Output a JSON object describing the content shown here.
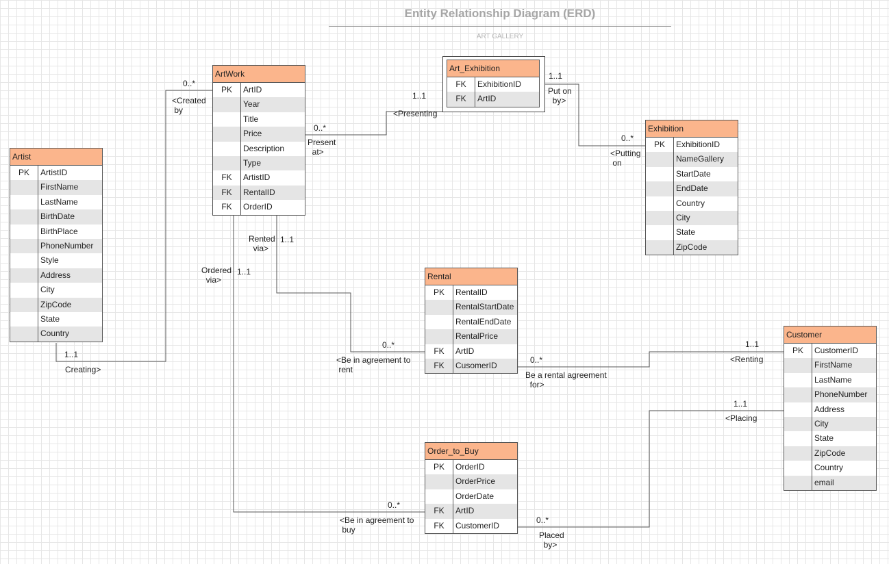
{
  "diagram": {
    "title": "Entity Relationship Diagram (ERD)",
    "subtitle": "ART GALLERY"
  },
  "entities": {
    "artwork": {
      "name": "ArtWork",
      "rows": [
        {
          "key": "PK",
          "field": "ArtID"
        },
        {
          "key": "",
          "field": "Year"
        },
        {
          "key": "",
          "field": "Title"
        },
        {
          "key": "",
          "field": "Price"
        },
        {
          "key": "",
          "field": "Description"
        },
        {
          "key": "",
          "field": "Type"
        },
        {
          "key": "FK",
          "field": "ArtistID"
        },
        {
          "key": "FK",
          "field": "RentalID"
        },
        {
          "key": "FK",
          "field": "OrderID"
        }
      ]
    },
    "artist": {
      "name": "Artist",
      "rows": [
        {
          "key": "PK",
          "field": "ArtistID"
        },
        {
          "key": "",
          "field": "FirstName"
        },
        {
          "key": "",
          "field": "LastName"
        },
        {
          "key": "",
          "field": "BirthDate"
        },
        {
          "key": "",
          "field": "BirthPlace"
        },
        {
          "key": "",
          "field": "PhoneNumber"
        },
        {
          "key": "",
          "field": "Style"
        },
        {
          "key": "",
          "field": "Address"
        },
        {
          "key": "",
          "field": "City"
        },
        {
          "key": "",
          "field": "ZipCode"
        },
        {
          "key": "",
          "field": "State"
        },
        {
          "key": "",
          "field": "Country"
        }
      ]
    },
    "art_exhibition": {
      "name": "Art_Exhibition",
      "rows": [
        {
          "key": "FK",
          "field": "ExhibitionID"
        },
        {
          "key": "FK",
          "field": "ArtID"
        }
      ]
    },
    "exhibition": {
      "name": "Exhibition",
      "rows": [
        {
          "key": "PK",
          "field": "ExhibitionID"
        },
        {
          "key": "",
          "field": "NameGallery"
        },
        {
          "key": "",
          "field": "StartDate"
        },
        {
          "key": "",
          "field": "EndDate"
        },
        {
          "key": "",
          "field": "Country"
        },
        {
          "key": "",
          "field": "City"
        },
        {
          "key": "",
          "field": "State"
        },
        {
          "key": "",
          "field": "ZipCode"
        }
      ]
    },
    "rental": {
      "name": "Rental",
      "rows": [
        {
          "key": "PK",
          "field": "RentalID"
        },
        {
          "key": "",
          "field": "RentalStartDate"
        },
        {
          "key": "",
          "field": "RentalEndDate"
        },
        {
          "key": "",
          "field": "RentalPrice"
        },
        {
          "key": "FK",
          "field": "ArtID"
        },
        {
          "key": "FK",
          "field": "CusomerID"
        }
      ]
    },
    "customer": {
      "name": "Customer",
      "rows": [
        {
          "key": "PK",
          "field": "CustomerID"
        },
        {
          "key": "",
          "field": "FirstName"
        },
        {
          "key": "",
          "field": "LastName"
        },
        {
          "key": "",
          "field": "PhoneNumber"
        },
        {
          "key": "",
          "field": "Address"
        },
        {
          "key": "",
          "field": "City"
        },
        {
          "key": "",
          "field": "State"
        },
        {
          "key": "",
          "field": "ZipCode"
        },
        {
          "key": "",
          "field": "Country"
        },
        {
          "key": "",
          "field": "email"
        }
      ]
    },
    "order_to_buy": {
      "name": "Order_to_Buy",
      "rows": [
        {
          "key": "PK",
          "field": "OrderID"
        },
        {
          "key": "",
          "field": "OrderPrice"
        },
        {
          "key": "",
          "field": "OrderDate"
        },
        {
          "key": "FK",
          "field": "ArtID"
        },
        {
          "key": "FK",
          "field": "CustomerID"
        }
      ]
    }
  },
  "labels": {
    "created_by_card": "0..*",
    "created_by": "<Created\n by",
    "creating_card": "1..1",
    "creating": "Creating>",
    "present_card": "0..*",
    "present_at": "Present\n  at>",
    "presenting_card": "1..1",
    "presenting": "<Presenting",
    "put_on_card": "1..1",
    "put_on": "Put on\n  by>",
    "putting_on_card": "0..*",
    "putting_on": "<Putting\n on",
    "rented_via": "Rented\n  via>",
    "rented_card": "1..1",
    "ordered_via": "Ordered\n  via>",
    "ordered_card": "1..1",
    "rent_agree_card": "0..*",
    "rent_agree": "<Be in agreement to\n rent",
    "rental_for_card": "0..*",
    "rental_for": "Be a rental agreement\n  for>",
    "renting_card": "1..1",
    "renting": "<Renting",
    "placing_card": "1..1",
    "placing": "<Placing",
    "buy_agree_card": "0..*",
    "buy_agree": "<Be in agreement to\n buy",
    "placed_card": "0..*",
    "placed_by": "Placed\n  by>"
  }
}
